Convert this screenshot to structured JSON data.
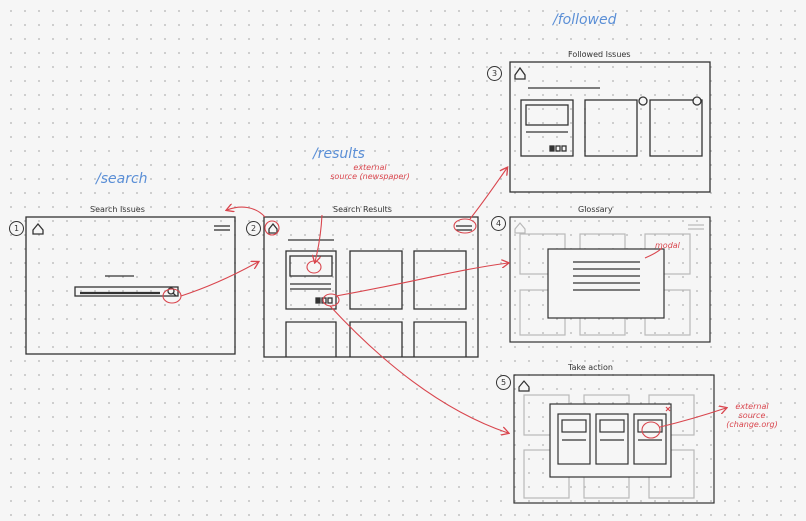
{
  "routes": {
    "search": "/search",
    "results": "/results",
    "followed": "/followed"
  },
  "screens": [
    {
      "number": "1",
      "title": "Search Issues"
    },
    {
      "number": "2",
      "title": "Search Results"
    },
    {
      "number": "3",
      "title": "Followed Issues"
    },
    {
      "number": "4",
      "title": "Glossary"
    },
    {
      "number": "5",
      "title": "Take action"
    }
  ],
  "annotations": {
    "newspaper_line1": "external",
    "newspaper_line2": "source (newspaper)",
    "modal": "modal",
    "change_line1": "external",
    "change_line2": "source",
    "change_line3": "(change.org)"
  },
  "colors": {
    "ink": "#333333",
    "annotation_red": "#d9464e",
    "route_blue": "#5b8fd6",
    "faded_ink": "#b9b9b9",
    "dot_grid": "#c4c4c4"
  },
  "icons": [
    "home-icon",
    "search-icon",
    "menu-icon",
    "share-icon",
    "bookmark-icon",
    "close-icon"
  ]
}
